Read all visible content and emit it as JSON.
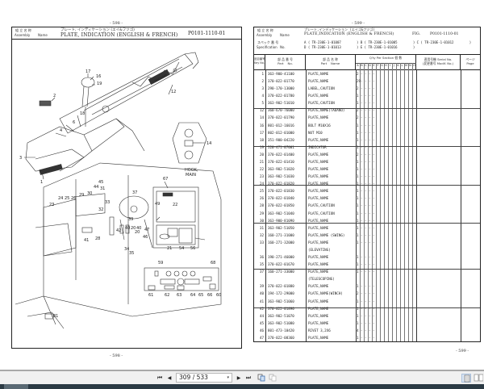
{
  "left_page": {
    "page_number_top": "- 598 -",
    "page_number_bottom": "- 598 -",
    "header": {
      "assembly_label_jp": "組 立 名 称",
      "assembly_label": "Assembly",
      "name_label": "Name",
      "title_jp": "プレート, インディケーション (エイ&フツゴ)",
      "title_en": "PLATE, INDICATION   (ENGLISH & FRENCH)",
      "code": "P0101-1110-01"
    },
    "diagram": {
      "boom_label": "TADANO",
      "hook_label_1": "HOOK,",
      "hook_label_2": "MAIN",
      "callouts": [
        "17",
        "16",
        "19",
        "2",
        "18",
        "6",
        "4",
        "3",
        "1",
        "12",
        "14",
        "67",
        "29",
        "30",
        "44",
        "31",
        "45",
        "24",
        "25",
        "26",
        "23",
        "33",
        "32",
        "37",
        "39",
        "42",
        "49",
        "22",
        "47",
        "46",
        "21",
        "54",
        "56",
        "40",
        "20",
        "40",
        "20",
        "34",
        "35",
        "41",
        "28",
        "59",
        "68",
        "61",
        "62",
        "63",
        "64",
        "65",
        "66",
        "60",
        "81"
      ]
    }
  },
  "right_page": {
    "page_number_top": "- 599 -",
    "page_number_bottom": "- 599 -",
    "header": {
      "assembly_label_jp": "組 立 名 称",
      "assembly_label": "Assembly",
      "name_label": "Name",
      "title_jp": "プレート,インディケーション (エイゴ&フツゴ)",
      "title_en": "PLATE,INDICATION (ENGLISH & FRENCH)",
      "fig_label": "FIG.",
      "code": "P0101-1110-01"
    },
    "spec": {
      "label_jp": "スペック 番 号",
      "label": "Specification",
      "no_label": "No.",
      "line1": "A ( TR-230E-1-01007        ) B ( TR-230E-1-01005        ) C ( TR-230E-1-01012        )",
      "line2": "D ( TR-230E-1-01013        ) E ( TR-230E-1-01016        )"
    },
    "table": {
      "headers": {
        "key": "品目番号\nKey No.",
        "part_no": "部 品 番 号\nPart    No.",
        "part_name": "部 品 名 称\nPart    Name",
        "qty": "Q'ty  Per  Section  個 数",
        "serial": "適用号機 Serial No.\n(変更番号 Modif. No.)",
        "page": "ページ\nPage"
      },
      "section_letters": [
        "A",
        "B",
        "C",
        "D",
        "E",
        "F",
        "G",
        "H",
        "I",
        "J",
        "K",
        "L",
        "M",
        "N",
        "O"
      ],
      "rows": [
        {
          "key": "1",
          "part_no": "363-900-41100",
          "name": "PLATE,NAME",
          "qty": "2"
        },
        {
          "key": "2",
          "part_no": "370-022-01770",
          "name": "PLATE,NAME",
          "qty": "29"
        },
        {
          "key": "3",
          "part_no": "290-170-13000",
          "name": "LABEL,CAUTION",
          "qty": "2"
        },
        {
          "key": "4",
          "part_no": "370-022-01780",
          "name": "PLATE,NAME",
          "qty": "1"
        },
        {
          "key": "5",
          "part_no": "363-902-51010",
          "name": "PLATE,CAUTION",
          "qty": "1"
        },
        {
          "key": "12",
          "part_no": "360-670-76000",
          "name": "PLATE,NAME(TADANO)",
          "qty": "2"
        },
        {
          "key": "14",
          "part_no": "370-022-01790",
          "name": "PLATE,NAME",
          "qty": "2"
        },
        {
          "key": "16",
          "part_no": "801-012-16016",
          "name": "BOLT M10X16",
          "qty": "1"
        },
        {
          "key": "17",
          "part_no": "802-012-01000",
          "name": "NUT M10",
          "qty": "1"
        },
        {
          "key": "18",
          "part_no": "351-900-04220",
          "name": "PLATE,NAME",
          "qty": "1"
        },
        {
          "key": "19",
          "part_no": "520-471-07001",
          "name": "INDICATOR",
          "qty": "1"
        },
        {
          "key": "20",
          "part_no": "370-022-01400",
          "name": "PLATE,NAME",
          "qty": "2"
        },
        {
          "key": "21",
          "part_no": "370-022-01410",
          "name": "PLATE,NAME",
          "qty": "1"
        },
        {
          "key": "22",
          "part_no": "363-902-51020",
          "name": "PLATE,NAME",
          "qty": "1"
        },
        {
          "key": "23",
          "part_no": "363-902-51030",
          "name": "PLATE,NAME",
          "qty": "1"
        },
        {
          "key": "24",
          "part_no": "370-022-01820",
          "name": "PLATE,NAME",
          "qty": "1"
        },
        {
          "key": "25",
          "part_no": "370-022-01830",
          "name": "PLATE,NAME",
          "qty": "1"
        },
        {
          "key": "26",
          "part_no": "370-022-01840",
          "name": "PLATE,NAME",
          "qty": "1"
        },
        {
          "key": "28",
          "part_no": "370-022-01850",
          "name": "PLATE,CAUTION",
          "qty": "1"
        },
        {
          "key": "29",
          "part_no": "363-902-51040",
          "name": "PLATE,CAUTION",
          "qty": "1"
        },
        {
          "key": "30",
          "part_no": "363-900-81090",
          "name": "PLATE,NAME",
          "qty": "1"
        },
        {
          "key": "31",
          "part_no": "363-902-51050",
          "name": "PLATE,NAME",
          "qty": "1"
        },
        {
          "key": "32",
          "part_no": "160-271-31000",
          "name": "PLATE,NAME (SWING)",
          "qty": "1"
        },
        {
          "key": "33",
          "part_no": "160-271-32000",
          "name": "PLATE,NAME",
          "qty": "1"
        },
        {
          "key": "",
          "part_no": "",
          "name": "(ELEVATING)",
          "qty": ""
        },
        {
          "key": "36",
          "part_no": "190-271-46000",
          "name": "PLATE,NAME",
          "qty": "1"
        },
        {
          "key": "35",
          "part_no": "370-022-01670",
          "name": "PLATE,NAME",
          "qty": "1"
        },
        {
          "key": "37",
          "part_no": "160-271-33000",
          "name": "PLATE,NAME",
          "qty": "1"
        },
        {
          "key": "",
          "part_no": "",
          "name": "(TELESCOPING)",
          "qty": ""
        },
        {
          "key": "39",
          "part_no": "370-022-01880",
          "name": "PLATE,NAME",
          "qty": "1"
        },
        {
          "key": "40",
          "part_no": "194-172-29000",
          "name": "PLATE,NAME(WINCH)",
          "qty": "2"
        },
        {
          "key": "41",
          "part_no": "363-902-51060",
          "name": "PLATE,NAME",
          "qty": "1"
        },
        {
          "key": "42",
          "part_no": "370-022-01890",
          "name": "PLATE,NAME",
          "qty": "1"
        },
        {
          "key": "44",
          "part_no": "363-902-51070",
          "name": "PLATE,NAME",
          "qty": "1"
        },
        {
          "key": "45",
          "part_no": "363-902-51080",
          "name": "PLATE,NAME",
          "qty": "1"
        },
        {
          "key": "46",
          "part_no": "801-473-10420",
          "name": "RIVET 3,2X6",
          "qty": "4"
        },
        {
          "key": "47",
          "part_no": "370-022-08360",
          "name": "PLATE,NAME",
          "qty": "1"
        }
      ]
    }
  },
  "toolbar": {
    "first_page_label": "⏮",
    "prev_page_label": "◀",
    "page_indicator": "309 / 533",
    "next_page_label": "▶",
    "last_page_label": "⏭",
    "dropdown_arrow": "▾",
    "single_page_view": "single-page-view-icon",
    "facing_pages_view": "facing-pages-view-icon"
  }
}
